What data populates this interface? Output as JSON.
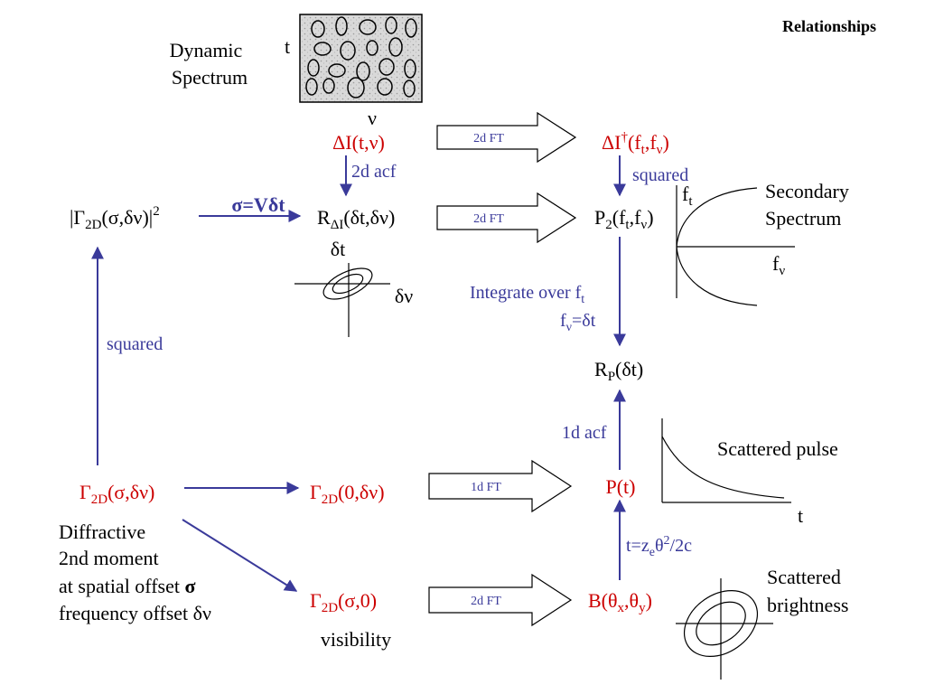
{
  "title": "Relationships",
  "dynamic_spectrum": {
    "label_line1": "Dynamic",
    "label_line2": "Spectrum",
    "axis_t": "t",
    "axis_nu": "ν"
  },
  "nodes": {
    "delta_i": "ΔI(t,ν)",
    "delta_i_ft_main": "ΔI",
    "delta_i_ft_dagger": "†",
    "delta_i_ft_args": "(f",
    "delta_i_ft_t": "t",
    "delta_i_ft_sep": ",f",
    "delta_i_ft_nu": "ν",
    "delta_i_ft_close": ")",
    "r_delta_i_R": "R",
    "r_delta_i_sub": "ΔI",
    "r_delta_i_args": "(δt,δν)",
    "p2_P": "P",
    "p2_sub2": "2",
    "p2_args": "(f",
    "p2_t": "t",
    "p2_sep": ",f",
    "p2_nu": "ν",
    "p2_close": ")",
    "rp_R": "R",
    "rp_sub": "P",
    "rp_args": "(δt)",
    "gamma_mod_open": "|Γ",
    "gamma_mod_sub": "2D",
    "gamma_mod_args": "(σ,δν)|",
    "gamma_mod_sup": "2",
    "gamma_full_G": "Γ",
    "gamma_full_sub": "2D",
    "gamma_full_args": "(σ,δν)",
    "gamma_dnu_G": "Γ",
    "gamma_dnu_sub": "2D",
    "gamma_dnu_args": "(0,δν)",
    "gamma_sigma_G": "Γ",
    "gamma_sigma_sub": "2D",
    "gamma_sigma_args": "(σ,0)",
    "p_t": "P(t)",
    "b_main": "B(θ",
    "b_x": "x",
    "b_sep": ",θ",
    "b_y": "y",
    "b_close": ")"
  },
  "ft_arrows": [
    "2d FT",
    "2d FT",
    "1d FT",
    "2d FT"
  ],
  "links": {
    "acf_2d": "2d acf",
    "squared_top": "squared",
    "sigma_eq": "σ=Vδt",
    "squared_left": "squared",
    "integrate_line1": "Integrate over f",
    "integrate_t": "t",
    "integrate_line2_f": "f",
    "integrate_line2_nu": "ν",
    "integrate_line2_eq": "=δt",
    "acf_1d": "1d acf",
    "t_eq_a": "t=z",
    "t_eq_e": "e",
    "t_eq_b": "θ",
    "t_eq_2": "2",
    "t_eq_c": "/2c"
  },
  "insets": {
    "acf_dt": "δt",
    "acf_dnu": "δν",
    "secondary_ft": "f",
    "secondary_ft_sub": "t",
    "secondary_line1": "Secondary",
    "secondary_line2": "Spectrum",
    "secondary_fnu": "f",
    "secondary_fnu_sub": "ν",
    "pulse_label": "Scattered pulse",
    "pulse_t": "t",
    "brightness_line1": "Scattered",
    "brightness_line2": "brightness"
  },
  "captions": {
    "diffractive_1": "Diffractive",
    "diffractive_2": "2nd moment",
    "diffractive_3a": "at spatial offset ",
    "diffractive_3b": "σ",
    "diffractive_4": "frequency offset δν",
    "visibility": "visibility"
  },
  "colors": {
    "node_red": "#cc0000",
    "arrow_blue": "#3a3a9a",
    "text_black": "#000000"
  }
}
